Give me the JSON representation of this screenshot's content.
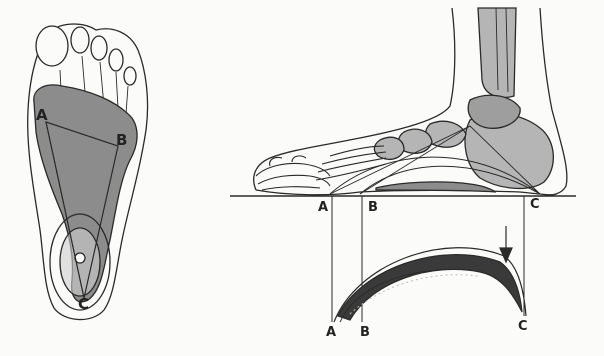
{
  "labels": {
    "sole_a": "A",
    "sole_b": "B",
    "sole_c": "C",
    "arch_a": "A",
    "arch_b": "B",
    "arch_c": "C",
    "projection_a": "A",
    "projection_b": "B",
    "projection_c": "C"
  },
  "colors": {
    "ink": "#2a2a2a",
    "shade": "#8c8c8c",
    "light_shade": "#b5b5b5",
    "paper": "#fbfbfa"
  }
}
